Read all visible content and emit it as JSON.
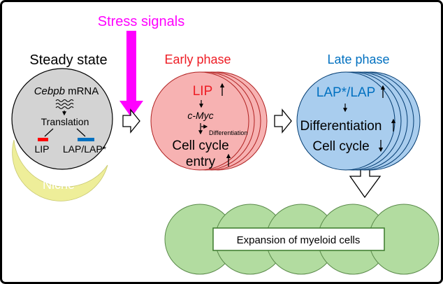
{
  "stress": {
    "label": "Stress signals"
  },
  "steady": {
    "title": "Steady state",
    "mrna_italic": "Cebpb",
    "mrna_rest": " mRNA",
    "translation": "Translation",
    "lip": "LIP",
    "lap": "LAP/LAP*",
    "niche": "Niche"
  },
  "early": {
    "title": "Early phase",
    "lip": "LIP",
    "myc": "c-Myc",
    "differentiation": "Differentiation",
    "cell_cycle": "Cell cycle",
    "entry": "entry"
  },
  "late": {
    "title": "Late phase",
    "lap": "LAP*/LAP",
    "differentiation": "Differentiation",
    "cell_cycle": "Cell cycle"
  },
  "expansion": {
    "label": "Expansion of myeloid cells"
  },
  "colors": {
    "magenta": "#ff00ff",
    "early_red": "#ee1c24",
    "late_blue": "#0070c0",
    "lip_bar": "#ff0000",
    "lap_bar": "#0070c0",
    "early_fill": "#f7b2b2",
    "late_fill": "#a9cdee",
    "steady_fill": "#d3d3d3",
    "niche_fill": "#eeee99",
    "niche_text": "#ffffff",
    "myeloid_fill": "#b2dca0"
  }
}
